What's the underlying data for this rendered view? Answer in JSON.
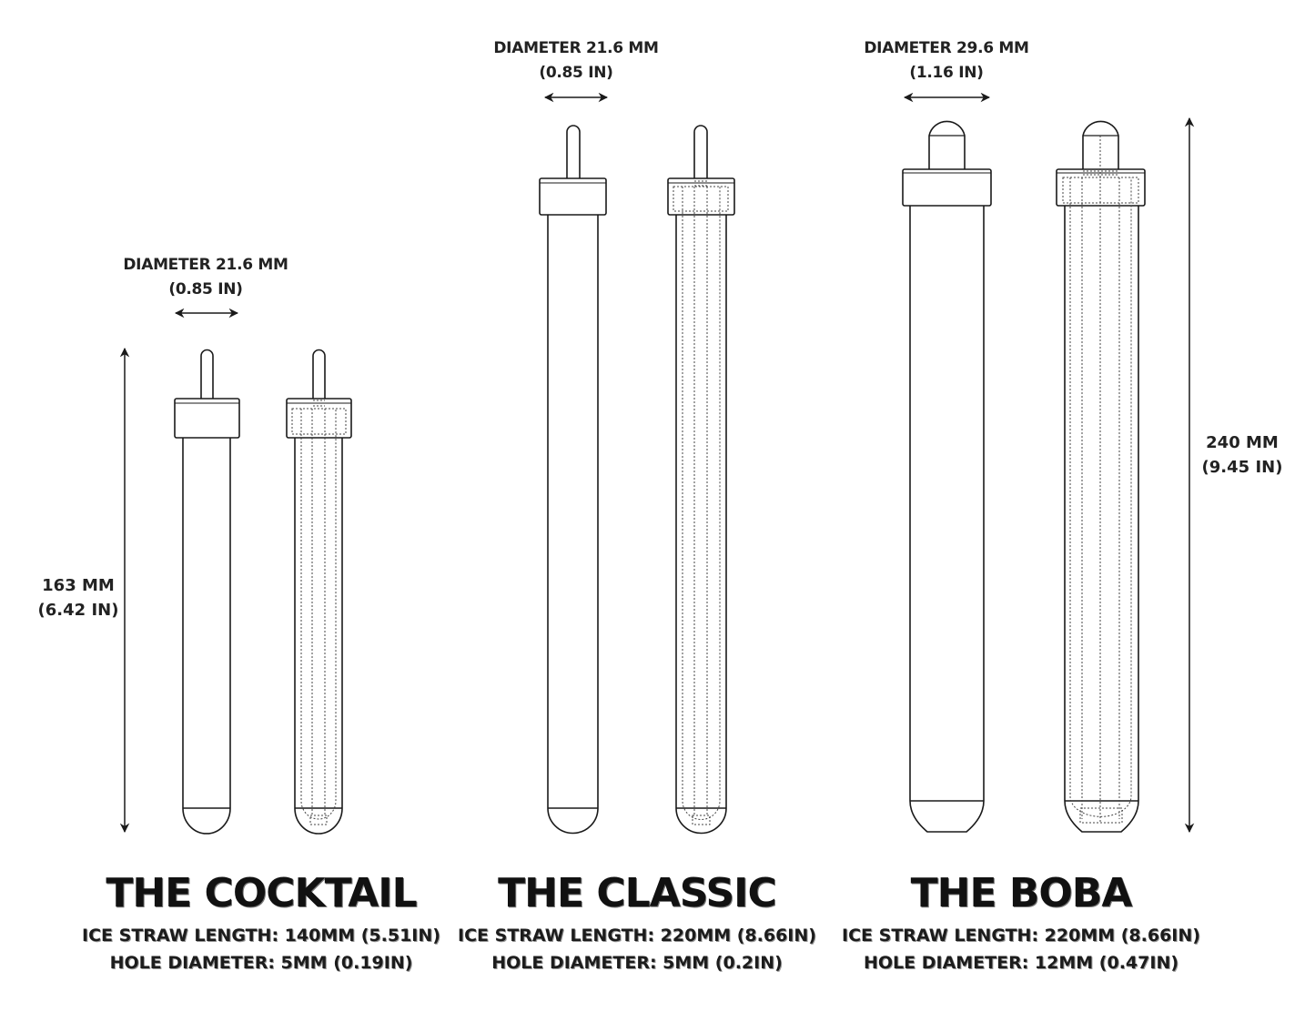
{
  "products": [
    {
      "id": "cocktail",
      "title": "THE COCKTAIL",
      "specs": {
        "length": "ICE STRAW LENGTH: 140MM (5.51IN)",
        "hole": "HOLE DIAMETER: 5MM (0.19IN)"
      },
      "diameter": {
        "mm": "DIAMETER 21.6 MM",
        "in": "(0.85 IN)"
      },
      "height": {
        "mm": "163 MM",
        "in": "(6.42 IN)"
      }
    },
    {
      "id": "classic",
      "title": "THE CLASSIC",
      "specs": {
        "length": "ICE STRAW LENGTH: 220MM (8.66IN)",
        "hole": "HOLE DIAMETER: 5MM (0.2IN)"
      },
      "diameter": {
        "mm": "DIAMETER 21.6 MM",
        "in": "(0.85 IN)"
      }
    },
    {
      "id": "boba",
      "title": "THE BOBA",
      "specs": {
        "length": "ICE STRAW LENGTH: 220MM (8.66IN)",
        "hole": "HOLE DIAMETER: 12MM (0.47IN)"
      },
      "diameter": {
        "mm": "DIAMETER 29.6 MM",
        "in": "(1.16 IN)"
      },
      "height": {
        "mm": "240 MM",
        "in": "(9.45 IN)"
      }
    }
  ],
  "colors": {
    "line": "#1a1a1a",
    "hidden_line": "#444444",
    "background": "#ffffff"
  }
}
